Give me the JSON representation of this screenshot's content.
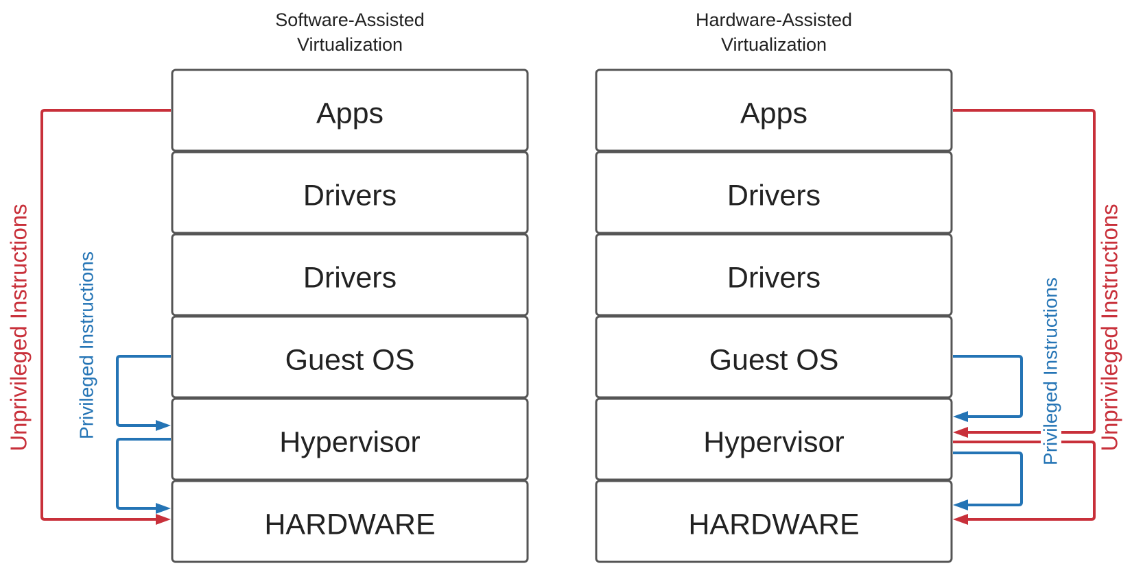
{
  "colors": {
    "privileged": "#2474b5",
    "unprivileged": "#c8303a",
    "box_border": "#555555",
    "text": "#222222"
  },
  "software": {
    "title_line1": "Software-Assisted",
    "title_line2": "Virtualization",
    "layers": [
      "Apps",
      "Drivers",
      "Drivers",
      "Guest OS",
      "Hypervisor",
      "HARDWARE"
    ],
    "privileged_label": "Privileged Instructions",
    "unprivileged_label": "Unprivileged Instructions"
  },
  "hardware": {
    "title_line1": "Hardware-Assisted",
    "title_line2": "Virtualization",
    "layers": [
      "Apps",
      "Drivers",
      "Drivers",
      "Guest OS",
      "Hypervisor",
      "HARDWARE"
    ],
    "privileged_label": "Privileged Instructions",
    "unprivileged_label": "Unprivileged Instructions"
  }
}
